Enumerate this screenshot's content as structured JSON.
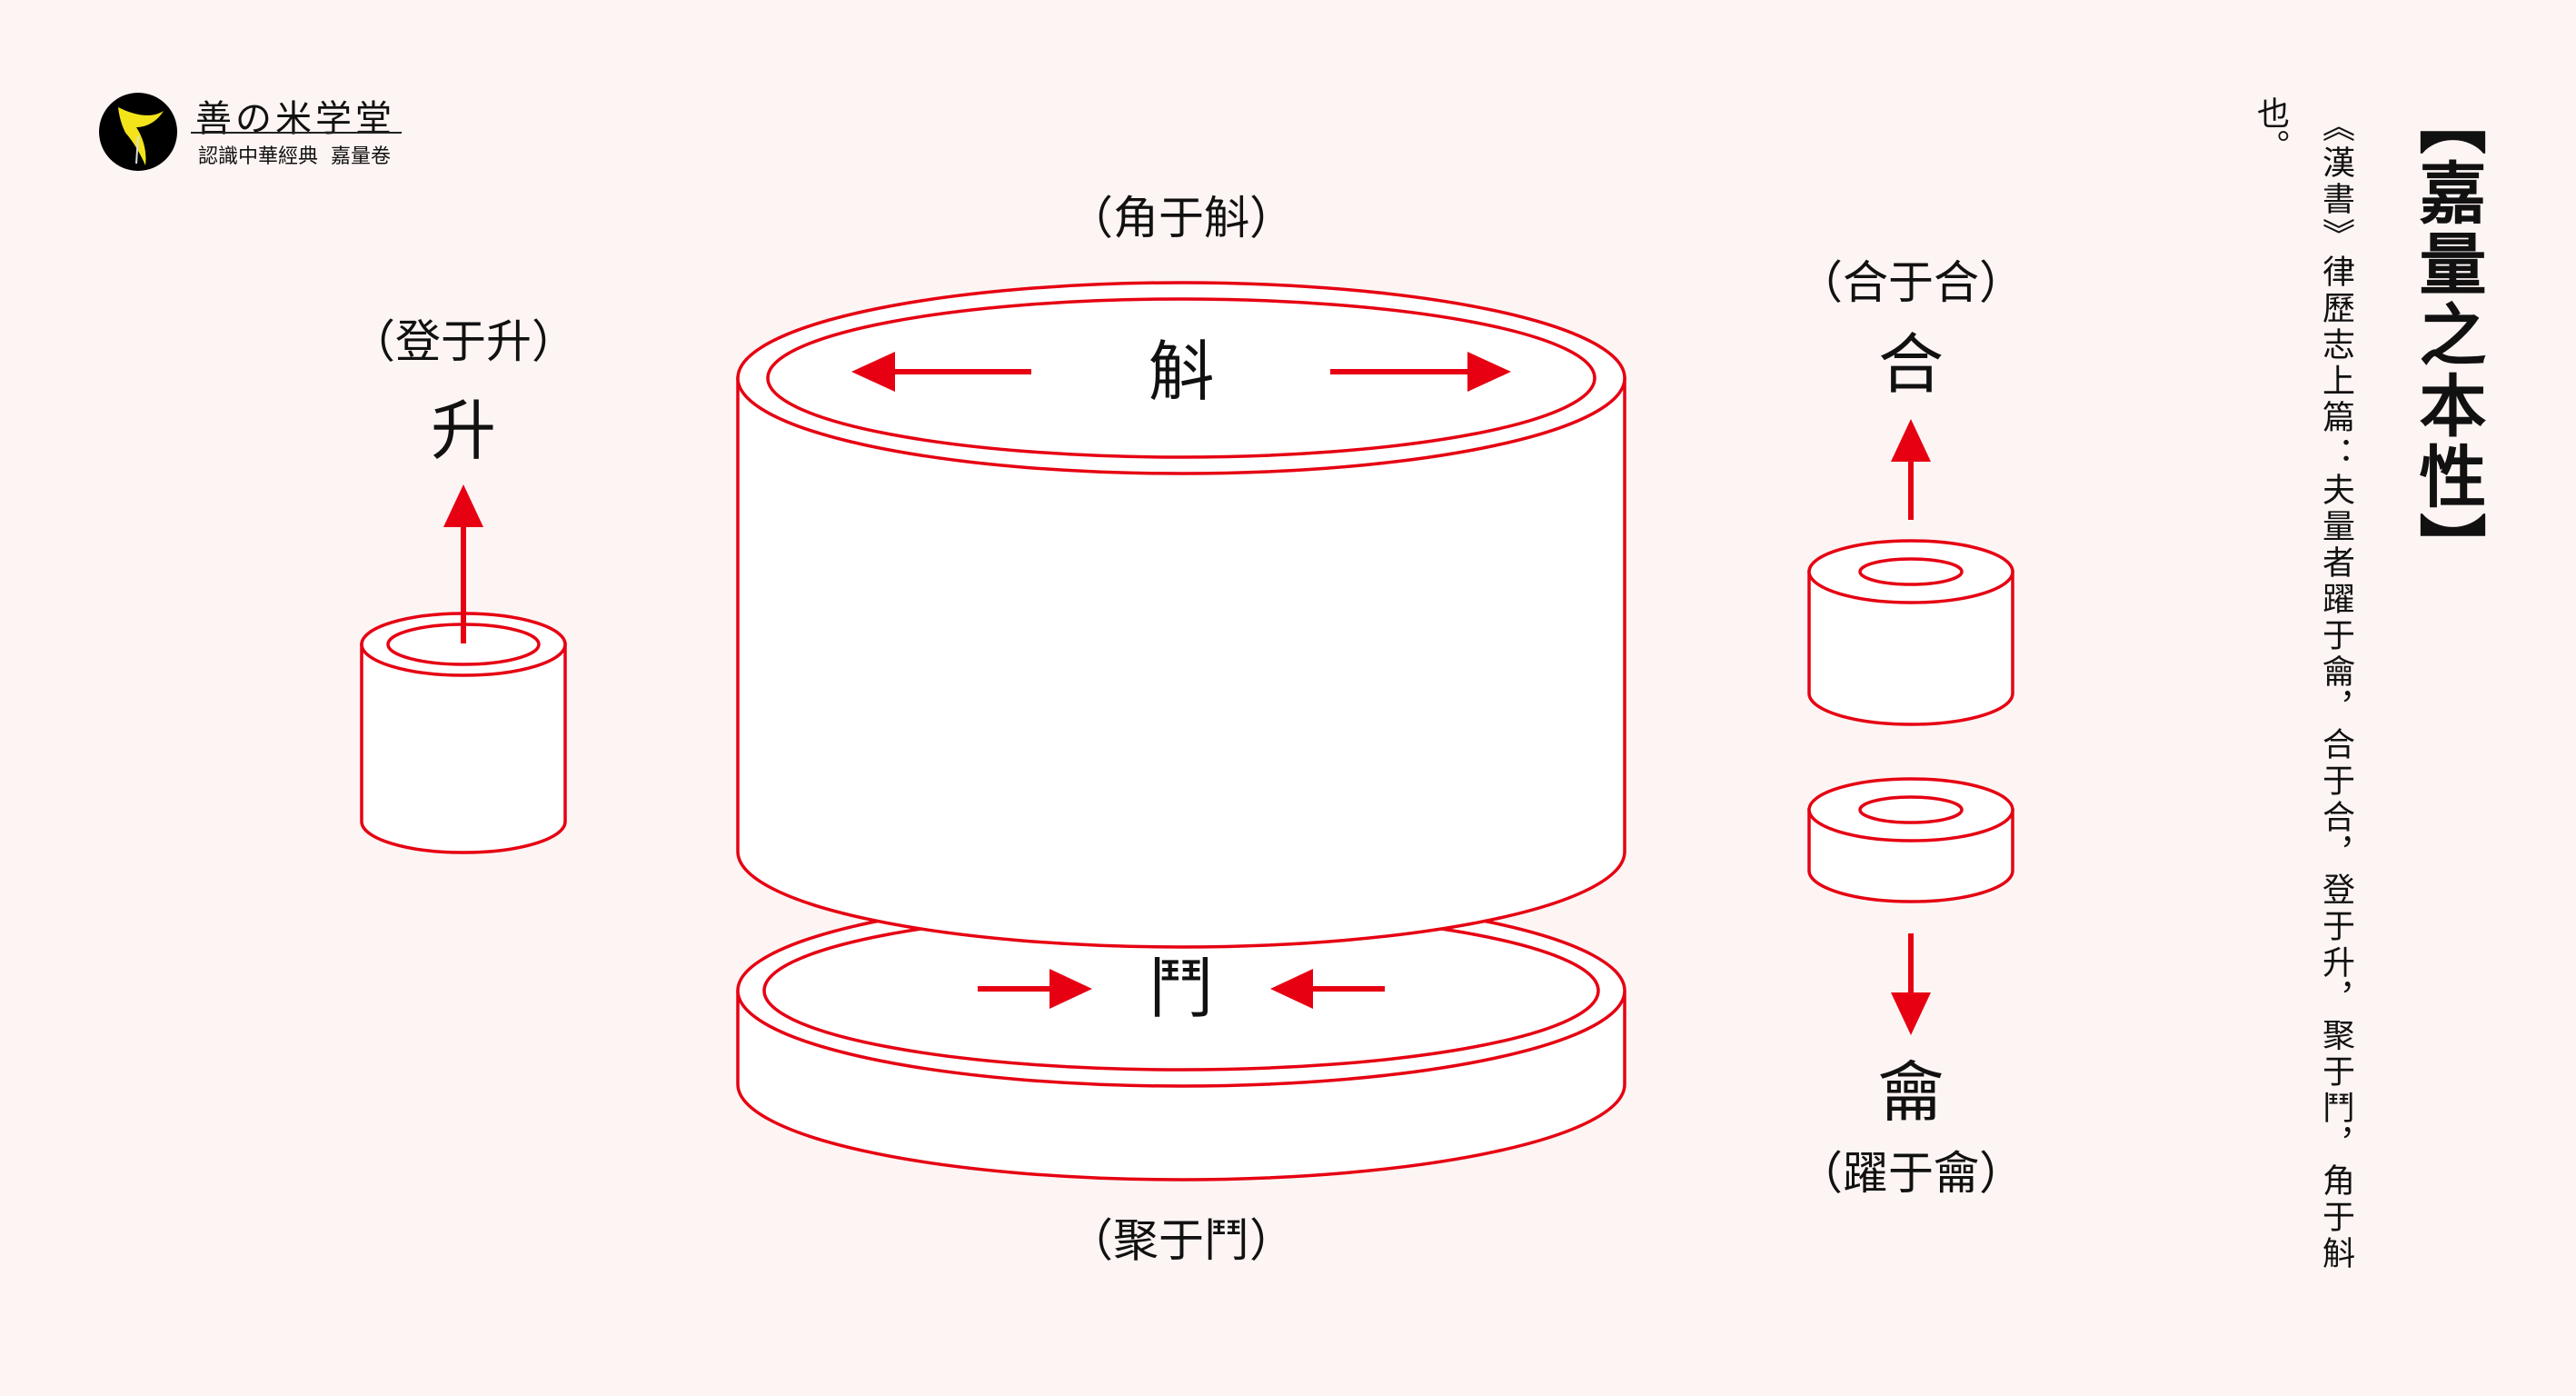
{
  "brand": {
    "name": "善の米学堂",
    "subtitle": "認識中華經典  嘉量卷"
  },
  "colors": {
    "accent": "#e60012",
    "background": "#fdf5f3",
    "text": "#111111"
  },
  "title": "【嘉量之本性】",
  "quote": "《漢書》律歷志上篇：夫量者躍于龠，合于合，登于升，聚于鬥，角于斛",
  "quote_end": "也。",
  "diagram": {
    "hu": {
      "char": "斛",
      "caption": "（角于斛）"
    },
    "dou": {
      "char": "鬥",
      "caption": "（聚于鬥）"
    },
    "sheng": {
      "char": "升",
      "caption": "（登于升）"
    },
    "he": {
      "char": "合",
      "caption": "（合于合）"
    },
    "yue": {
      "char": "龠",
      "caption": "（躍于龠）"
    }
  }
}
